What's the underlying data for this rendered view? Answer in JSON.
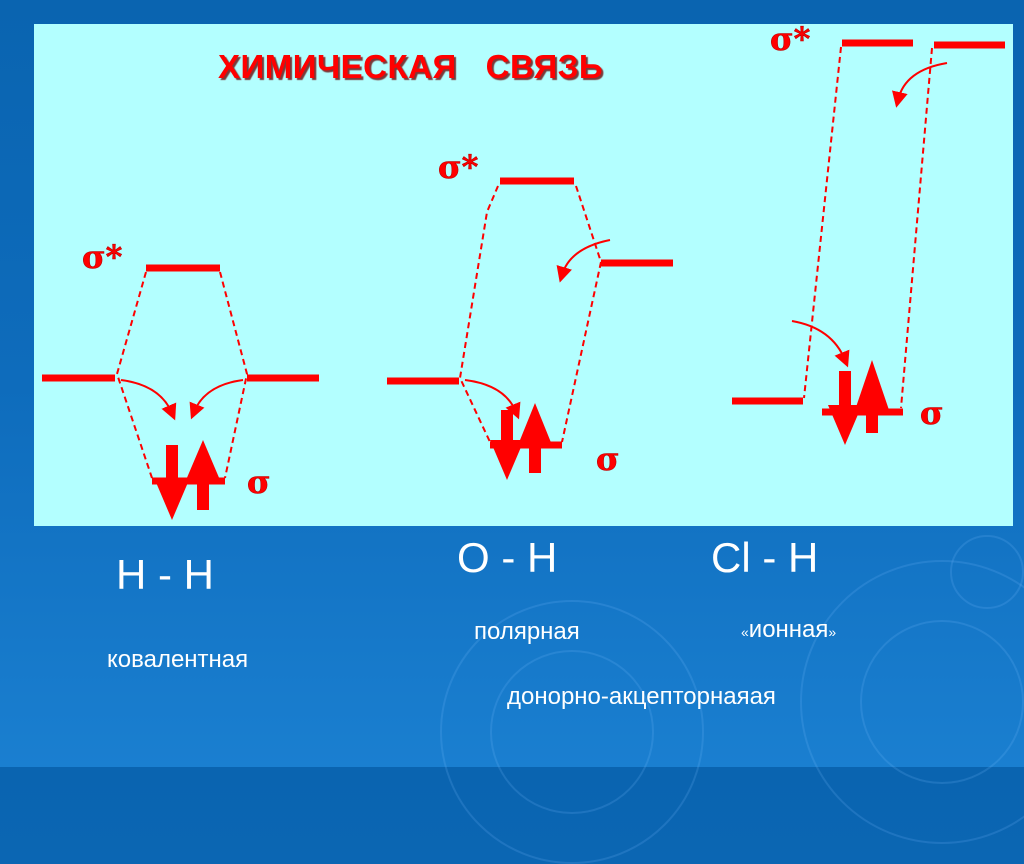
{
  "title": "ХИМИЧЕСКАЯ   СВЯЗЬ",
  "orbital_labels": {
    "antibonding": "σ*",
    "bonding": "σ"
  },
  "colors": {
    "background": "#0e6cbc",
    "panel": "#b3ffff",
    "diagram": "#ff0000",
    "text": "#ffffff"
  },
  "diagrams": [
    {
      "id": "h-h",
      "formula": "H - H",
      "bond_type": "ковалентная"
    },
    {
      "id": "o-h",
      "formula": "O - H",
      "bond_type": "полярная"
    },
    {
      "id": "cl-h",
      "formula": "Cl - H",
      "bond_type": "ионная",
      "quote_open": "«",
      "quote_close": "»"
    }
  ],
  "extra_label": "донорно-акцепторнаяая"
}
